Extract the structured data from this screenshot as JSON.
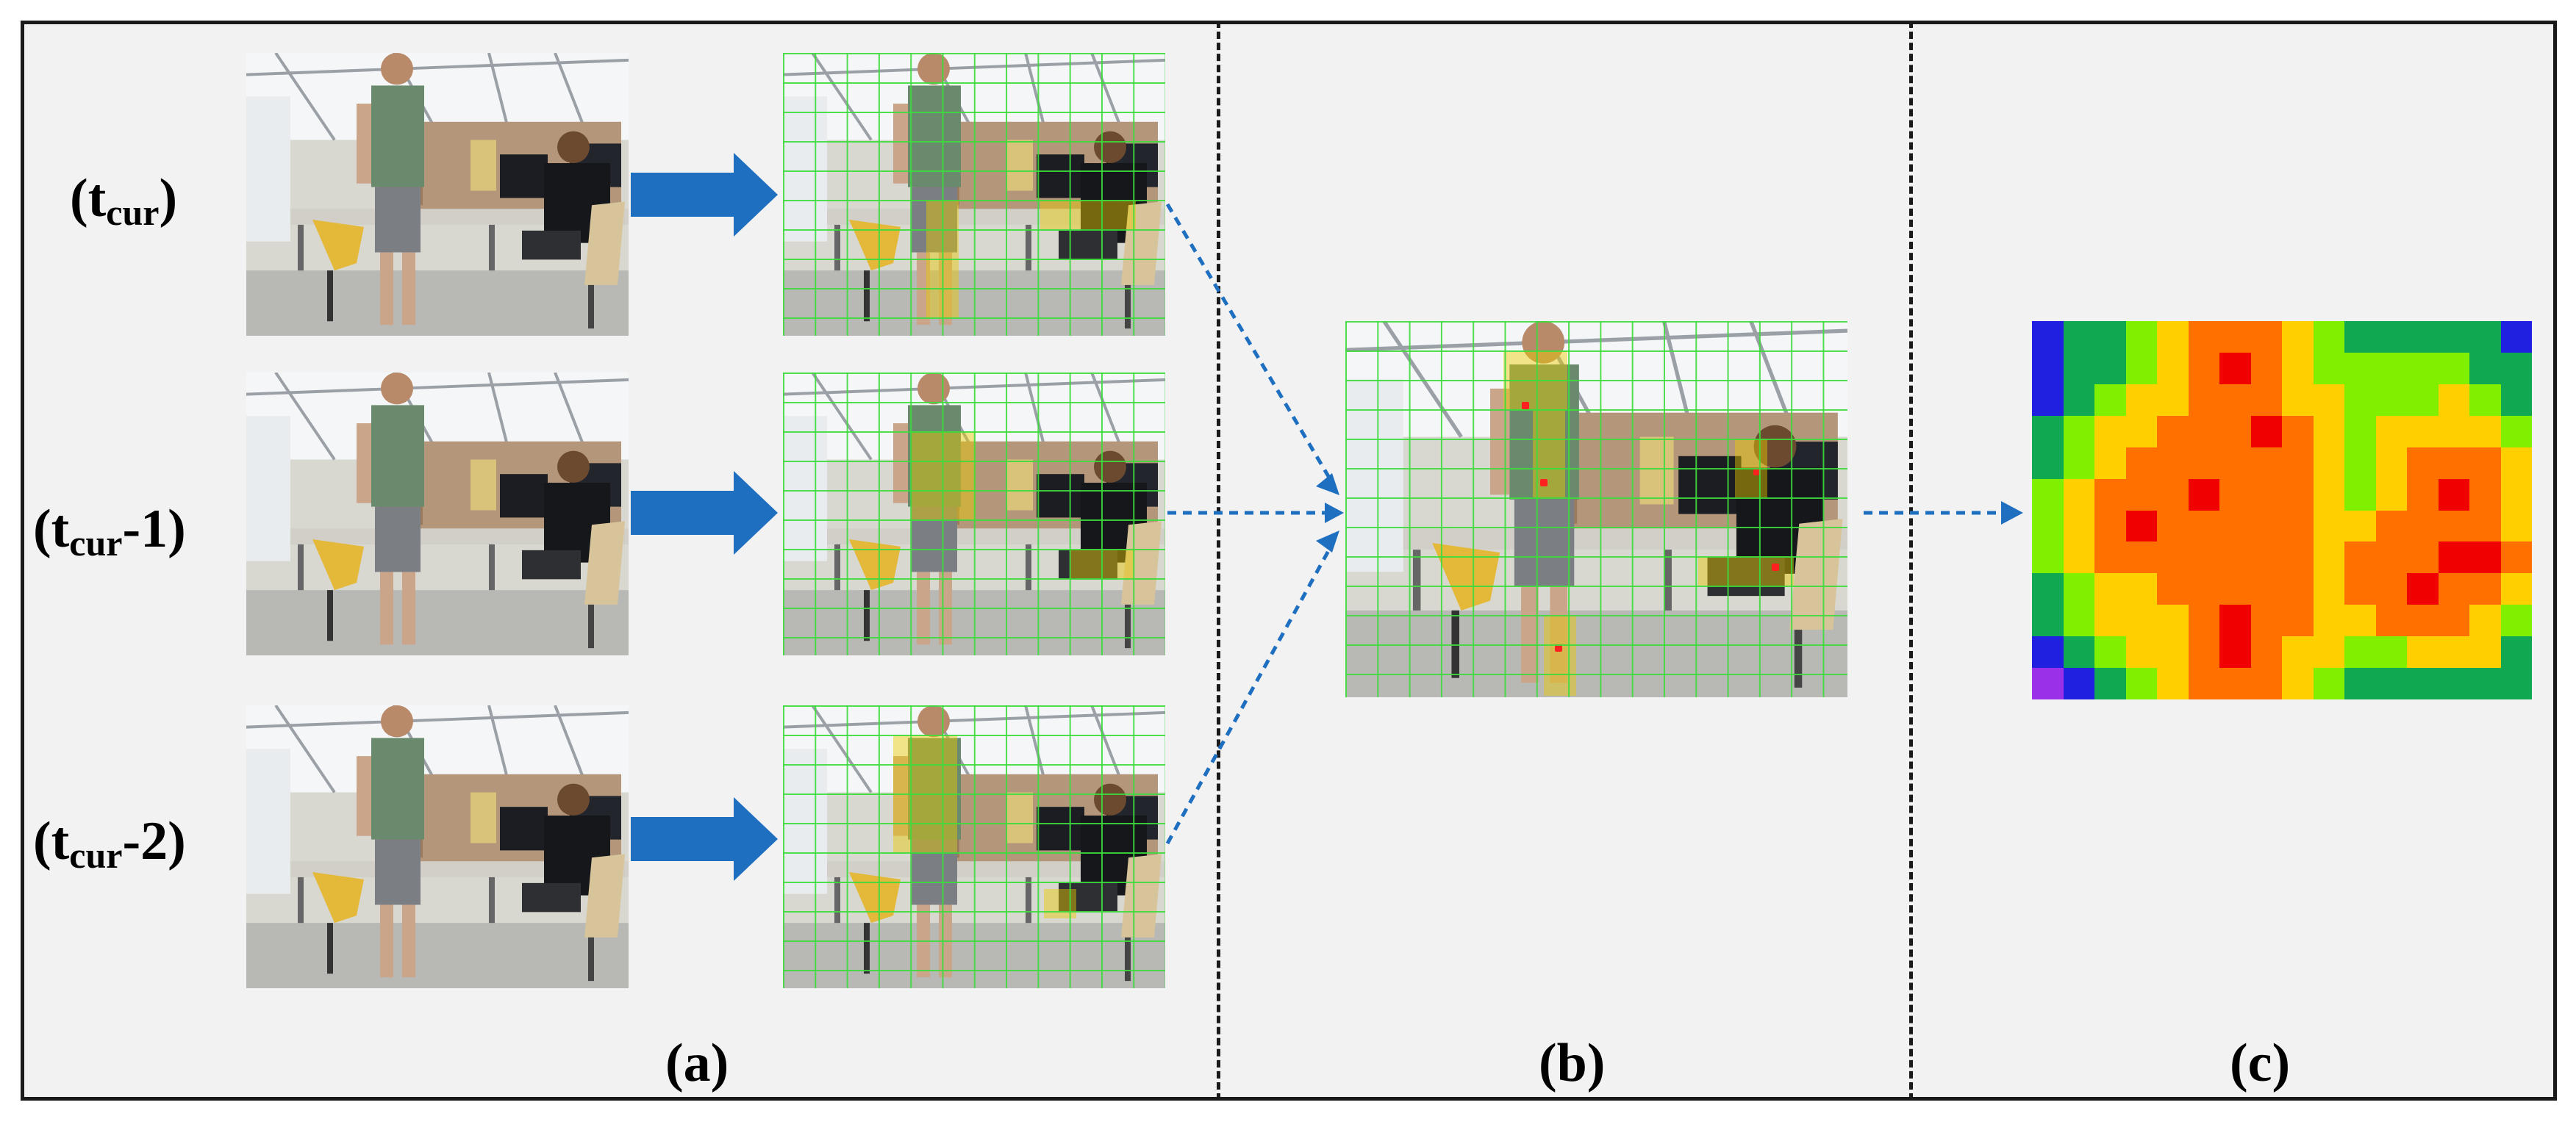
{
  "rows": [
    {
      "label_main": "(t",
      "label_sub": "cur",
      "label_tail": ")"
    },
    {
      "label_main": "(t",
      "label_sub": "cur",
      "label_tail": "-1)"
    },
    {
      "label_main": "(t",
      "label_sub": "cur",
      "label_tail": "-2)"
    }
  ],
  "panels": {
    "a": "(a)",
    "b": "(b)",
    "c": "(c)"
  },
  "colors": {
    "block_arrow": "#1f6fc1",
    "dotted_arrow": "#1f6fc1",
    "grid": "#3cdc3c",
    "highlight": "#ebcd00",
    "heatmap_scale": [
      "#2020e0",
      "#9a30e8",
      "#10a850",
      "#80f000",
      "#ffd000",
      "#ff7000",
      "#f00000"
    ]
  },
  "heatmap": {
    "rows": 12,
    "cols": 16,
    "values": [
      [
        0,
        2,
        2,
        3,
        4,
        5,
        5,
        5,
        4,
        3,
        2,
        2,
        2,
        2,
        2,
        0
      ],
      [
        0,
        2,
        2,
        3,
        4,
        5,
        6,
        5,
        4,
        3,
        3,
        3,
        3,
        3,
        2,
        2
      ],
      [
        0,
        2,
        3,
        4,
        4,
        5,
        5,
        5,
        4,
        4,
        3,
        3,
        3,
        4,
        3,
        2
      ],
      [
        2,
        3,
        4,
        4,
        5,
        5,
        5,
        6,
        5,
        4,
        3,
        4,
        4,
        4,
        4,
        3
      ],
      [
        2,
        3,
        4,
        5,
        5,
        5,
        5,
        5,
        5,
        4,
        3,
        4,
        5,
        5,
        5,
        4
      ],
      [
        3,
        4,
        5,
        5,
        5,
        6,
        5,
        5,
        5,
        4,
        3,
        4,
        5,
        6,
        5,
        4
      ],
      [
        3,
        4,
        5,
        6,
        5,
        5,
        5,
        5,
        5,
        4,
        4,
        5,
        5,
        5,
        5,
        4
      ],
      [
        3,
        4,
        5,
        5,
        5,
        5,
        5,
        5,
        5,
        4,
        5,
        5,
        5,
        6,
        6,
        5
      ],
      [
        2,
        3,
        4,
        4,
        5,
        5,
        5,
        5,
        5,
        4,
        5,
        5,
        6,
        5,
        5,
        4
      ],
      [
        2,
        3,
        4,
        4,
        4,
        5,
        6,
        5,
        5,
        4,
        4,
        5,
        5,
        5,
        4,
        3
      ],
      [
        0,
        2,
        3,
        4,
        4,
        5,
        6,
        5,
        4,
        4,
        3,
        3,
        4,
        4,
        4,
        2
      ],
      [
        1,
        0,
        2,
        3,
        4,
        5,
        5,
        5,
        4,
        3,
        2,
        2,
        2,
        2,
        2,
        2
      ]
    ]
  }
}
